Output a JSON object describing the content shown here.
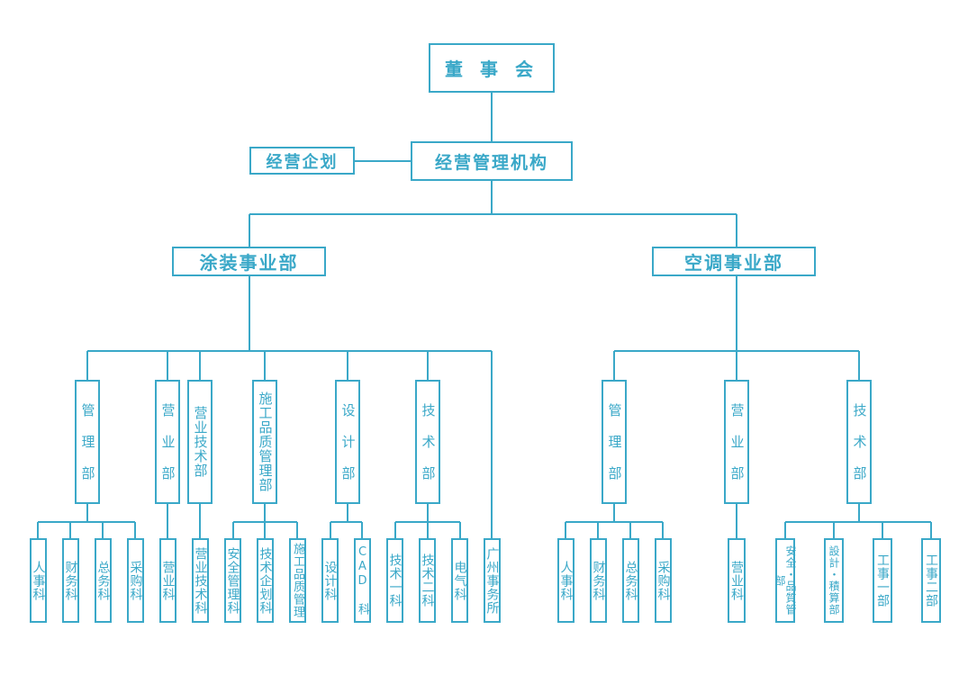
{
  "colors": {
    "line": "#3aa8c8",
    "text": "#3aa8c8",
    "background": "#ffffff"
  },
  "top": {
    "board": "董 事 会",
    "management": "经营管理机构",
    "planning": "经营企划"
  },
  "divisions": {
    "coating": "涂装事业部",
    "aircon": "空调事业部"
  },
  "coating_depts": {
    "admin": "管 理 部",
    "sales": "营 业 部",
    "sales_tech": "营业技术部",
    "quality": "施工品质管理部",
    "design": "设 计 部",
    "tech": "技 术 部",
    "guangzhou": "广州事务所"
  },
  "coating_sections": {
    "hr": "人事科",
    "finance": "财务科",
    "general": "总务科",
    "purchase": "采购科",
    "sales": "营业科",
    "sales_tech": "营业技术科",
    "safety": "安全管理科",
    "tech_plan": "技术企划科",
    "quality": "施工品质管理",
    "design": "设计科",
    "cad": "CAD 科",
    "tech1": "技术一科",
    "tech2": "技术二科",
    "electric": "电气科"
  },
  "aircon_depts": {
    "admin": "管 理 部",
    "sales": "营 业 部",
    "tech": "技 术 部"
  },
  "aircon_sections": {
    "hr": "人事科",
    "finance": "财务科",
    "general": "总务科",
    "purchase": "采购科",
    "sales": "营业科",
    "safety_quality": "安全・品質管部",
    "design_estimate": "設計・積算部",
    "construction1": "工事一部",
    "construction2": "工事二部"
  }
}
